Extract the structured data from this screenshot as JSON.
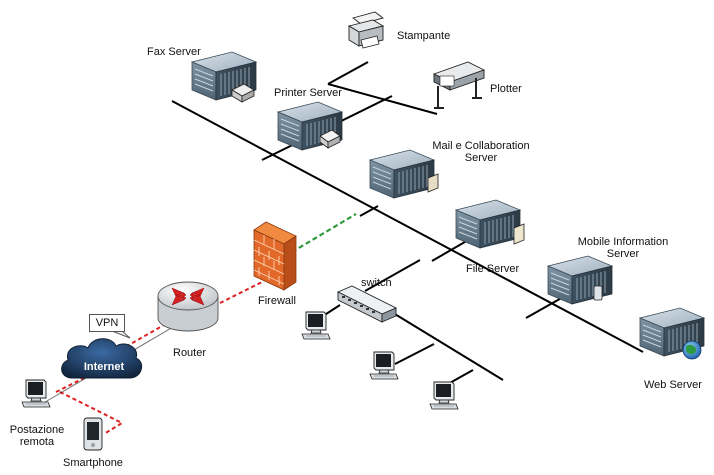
{
  "nodes": {
    "stampante": "Stampante",
    "fax_server": "Fax Server",
    "plotter": "Plotter",
    "printer_server": "Printer Server",
    "mail_server": [
      "Mail e Collaboration",
      "Server"
    ],
    "file_server": "File Server",
    "mobile_server": [
      "Mobile Information",
      "Server"
    ],
    "web_server": "Web Server",
    "firewall": "Firewall",
    "router": "Router",
    "switch": "switch",
    "vpn": "VPN",
    "internet": "Internet",
    "remote_station": [
      "Postazione",
      "remota"
    ],
    "smartphone": "Smartphone"
  },
  "colors": {
    "backbone": "#000000",
    "dmz_link": "#2e9a3a",
    "external_link": "#e02020",
    "server_body": "#5f7585",
    "firewall": "#e07030",
    "cloud": "#1e3d66"
  },
  "icons": {
    "servers": "rack-server-icon",
    "workstations": "desktop-pc-icon",
    "router": "router-icon",
    "firewall": "brick-firewall-icon",
    "switch": "network-switch-icon",
    "printer": "printer-icon",
    "plotter": "plotter-icon",
    "cloud": "cloud-icon",
    "smartphone": "smartphone-icon"
  }
}
